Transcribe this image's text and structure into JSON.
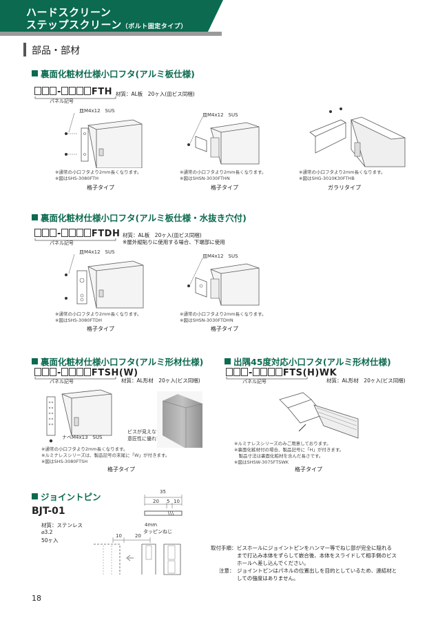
{
  "header": {
    "line1": "ハードスクリーン",
    "line2": "ステップスクリーン",
    "line2_note": "（ボルト固定タイプ）"
  },
  "section_title": "部品・部材",
  "fth": {
    "heading": "裏面化粧材仕様小口フタ(アルミ板仕様)",
    "code_suffix": "FTH",
    "material": "材質：AL板　20ヶ入(皿ビス同梱)",
    "panel_label": "パネル記号",
    "items": [
      {
        "screw": "皿M4x12　SUS",
        "note1": "※通常の小口フタより2mm長くなります。",
        "note2": "※図はSHS-3080FTH",
        "type": "格子タイプ"
      },
      {
        "screw": "皿M4x12　SUS",
        "note1": "※通常の小口フタより2mm長くなります。",
        "note2": "※図はSHSN-3030FTHN",
        "type": "格子タイプ"
      },
      {
        "screw": "",
        "note1": "※通常の小口フタより2mm長くなります。",
        "note2": "※図はSHG-3010K30FTHB",
        "type": "ガラリタイプ"
      }
    ]
  },
  "ftdh": {
    "heading": "裏面化粧材仕様小口フタ(アルミ板仕様・水抜き穴付)",
    "code_suffix": "FTDH",
    "material": "材質：AL板　20ヶ入(皿ビス同梱)",
    "material_note": "※屋外縦貼りに使用する場合、下端部に使用",
    "panel_label": "パネル記号",
    "items": [
      {
        "screw": "皿M4x12　SUS",
        "note1": "※通常の小口フタより2mm長くなります。",
        "note2": "※図はSHS-3080FTDH",
        "type": "格子タイプ"
      },
      {
        "screw": "皿M4x12　SUS",
        "note1": "※通常の小口フタより2mm長くなります。",
        "note2": "※図はSHSN-3030FTDHN",
        "type": "格子タイプ"
      }
    ]
  },
  "ftsh": {
    "heading": "裏面化粧材仕様小口フタ(アルミ形材仕様)",
    "code_suffix": "FTSH(W)",
    "material": "材質：AL形材　20ヶ入(ビス同梱)",
    "panel_label": "パネル記号",
    "screw": "ナベM4x13　SUS",
    "callout1": "ビスが見えないため、",
    "callout2": "意匠性に優れています。",
    "note1": "※通常の小口フタより2mm長くなります。",
    "note2": "※ルミナレスシリーズは、製品記号の末尾に「W」が付きます。",
    "note3": "※図はSHS-3080FTSH",
    "type": "格子タイプ"
  },
  "ftswk": {
    "heading": "出隅45度対応小口フタ(アルミ形材仕様)",
    "code_suffix": "FTS(H)WK",
    "material": "材質：AL形材　20ヶ入(ビス同梱)",
    "panel_label": "パネル記号",
    "note1": "※ルミナレスシリーズのみご用意しております。",
    "note2": "※裏面化粧材付の場合、製品記号に「H」が付きます。",
    "note3": "　製品寸法は裏面化粧材を含んだ長さです。",
    "note4": "※図はSHSW-3075FTSWK",
    "type": "格子タイプ"
  },
  "joint": {
    "heading": "ジョイントピン",
    "model": "BJT-01",
    "material": "材質：ステンレス",
    "diameter": "⌀3.2",
    "qty": "50ヶ入",
    "dim_total": "35",
    "dim_a": "20",
    "dim_b": "5",
    "dim_c": "10",
    "dim_d": "4mm",
    "tapping": "タッピンねじ",
    "dim_e": "10",
    "dim_f": "20",
    "proc_label": "取付手順：",
    "proc1": "ビスホールにジョイントピンをハンマー等でねじ部が完全に隠れる",
    "proc2": "まで打込み本体をずらして嵌合後、本体をスライドして相手側のビス",
    "proc3": "ホールへ差し込んでください。",
    "caution_label": "注意：",
    "caution1": "ジョイントピンはパネルの位置出しを目的としているため、連結材と",
    "caution2": "しての強度はありません。"
  },
  "page_number": "18",
  "colors": {
    "brand_green": "#0b6a4f",
    "gray": "#9a9a9a"
  }
}
